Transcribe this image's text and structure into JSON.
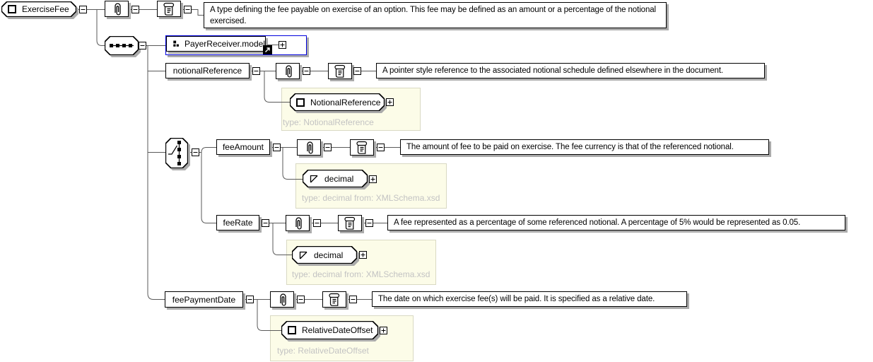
{
  "diagram": {
    "root": {
      "label": "ExerciseFee",
      "documentation": "A type defining the fee payable on exercise of an option. This fee may be defined as an amount or a percentage of the notional exercised."
    },
    "model_group": {
      "label": "PayerReceiver.model"
    },
    "children": [
      {
        "name": "notionalReference",
        "documentation": "A pointer style reference to the associated notional schedule defined elsewhere in the document.",
        "type": {
          "label": "NotionalReference",
          "note": "type: NotionalReference",
          "kind": "complex"
        }
      },
      {
        "name": "feeAmount",
        "documentation": "The amount of fee to be paid on exercise. The fee currency is that of the referenced notional.",
        "type": {
          "label": "decimal",
          "note": "type: decimal from: XMLSchema.xsd",
          "kind": "simple"
        }
      },
      {
        "name": "feeRate",
        "documentation": "A fee represented as a percentage of some referenced notional. A percentage of 5% would be represented as 0.05.",
        "type": {
          "label": "decimal",
          "note": "type: decimal from: XMLSchema.xsd",
          "kind": "simple"
        }
      },
      {
        "name": "feePaymentDate",
        "documentation": "The date on which exercise fee(s) will be paid. It is specified as a relative date.",
        "type": {
          "label": "RelativeDateOffset",
          "note": "type: RelativeDateOffset",
          "kind": "complex"
        }
      }
    ],
    "compositors": {
      "first": "sequence",
      "second": "choice"
    },
    "icons": [
      "complex-type-icon",
      "simple-type-icon",
      "model-group-icon",
      "paperclip-icon",
      "scroll-icon",
      "sequence-icon",
      "choice-icon",
      "link-arrow-icon",
      "plus-icon",
      "minus-icon"
    ],
    "colors": {
      "group_highlight_border": "#0000dd",
      "type_panel_bg": "#fcfce8",
      "type_panel_border": "#d9d9c3",
      "note_text": "#c3c3c3",
      "shadow": "#ababab",
      "line": "#5a5a5a"
    }
  }
}
